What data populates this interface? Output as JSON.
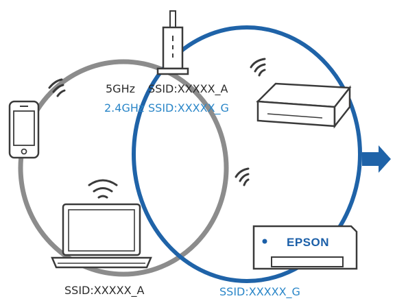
{
  "labels": {
    "band_5ghz": "5GHz",
    "band_5ghz_ssid": "SSID:XXXXX_A",
    "band_24ghz": "2.4GHz",
    "band_24ghz_ssid": "SSID:XXXXX_G",
    "computer_ssid": "SSID:XXXXX_A",
    "printer_ssid": "SSID:XXXXX_G",
    "printer_brand": "EPSON"
  },
  "colors": {
    "network_a_ring": "#8c8c8c",
    "network_g_ring": "#1f63a8",
    "text_dark": "#2b2b2b",
    "text_blue": "#2a86c8",
    "arrow": "#1f63a8",
    "device_outline": "#3a3a3a"
  },
  "icons": [
    "router-icon",
    "smartphone-icon",
    "laptop-icon",
    "projector-icon",
    "printer-icon",
    "wifi-icon",
    "arrow-right-icon"
  ]
}
